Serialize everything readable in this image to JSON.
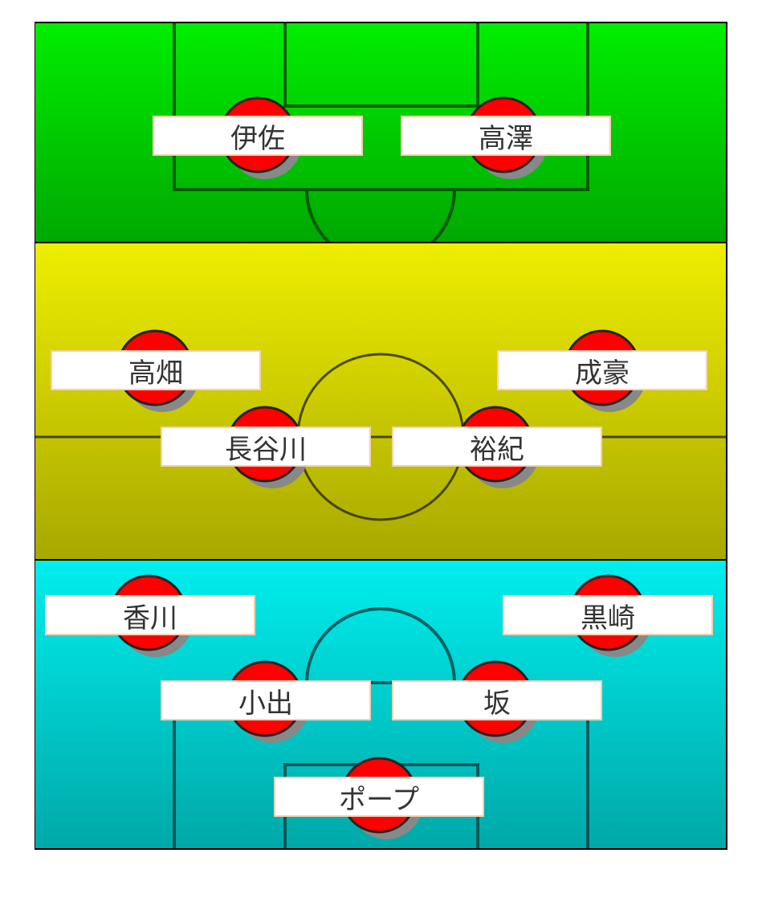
{
  "colors": {
    "forward": "#00e000",
    "midfield": "#e6e600",
    "defense": "#00e6e6",
    "player": "#ff0000",
    "label_border": "#f9cfb0"
  },
  "players": [
    {
      "name": "伊佐",
      "line": "forward"
    },
    {
      "name": "高澤",
      "line": "forward"
    },
    {
      "name": "高畑",
      "line": "midfield"
    },
    {
      "name": "成豪",
      "line": "midfield"
    },
    {
      "name": "長谷川",
      "line": "midfield"
    },
    {
      "name": "裕紀",
      "line": "midfield"
    },
    {
      "name": "香川",
      "line": "defense"
    },
    {
      "name": "黒崎",
      "line": "defense"
    },
    {
      "name": "小出",
      "line": "defense"
    },
    {
      "name": "坂",
      "line": "defense"
    },
    {
      "name": "ポープ",
      "line": "goalkeeper"
    }
  ]
}
